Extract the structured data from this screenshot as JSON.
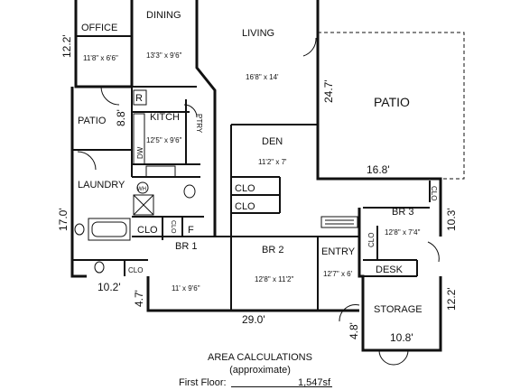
{
  "rooms": {
    "office": {
      "name": "OFFICE",
      "size": "11'8\" x 6'6\""
    },
    "dining": {
      "name": "DINING",
      "size": "13'3\" x 9'6\""
    },
    "living": {
      "name": "LIVING",
      "size": "16'8\" x 14'"
    },
    "patio_main": {
      "name": "PATIO"
    },
    "patio_small": {
      "name": "PATIO"
    },
    "kitchen": {
      "name": "KITCH",
      "size": "12'5\" x 9'6\""
    },
    "den": {
      "name": "DEN",
      "size": "11'2\" x 7'"
    },
    "laundry": {
      "name": "LAUNDRY"
    },
    "br1": {
      "name": "BR 1",
      "size": "11' x 9'6\""
    },
    "br2": {
      "name": "BR 2",
      "size": "12'8\" x 11'2\""
    },
    "br3": {
      "name": "BR 3",
      "size": "12'8\" x 7'4\""
    },
    "entry": {
      "name": "ENTRY",
      "size": "12'7\" x 6'"
    },
    "storage": {
      "name": "STORAGE"
    },
    "desk": {
      "name": "DESK"
    },
    "ptry": {
      "name": "PTRY"
    },
    "dw": {
      "name": "DW"
    },
    "r": {
      "name": "R"
    },
    "wh": {
      "name": "WH"
    },
    "f": {
      "name": "F"
    },
    "clo": "CLO"
  },
  "dimensions": {
    "d_12_2_left": "12.2'",
    "d_8_8": "8.8'",
    "d_17_0": "17.0'",
    "d_10_2": "10.2'",
    "d_4_7": "4.7'",
    "d_29_0": "29.0'",
    "d_24_7": "24.7'",
    "d_16_8": "16.8'",
    "d_10_3": "10.3'",
    "d_12_2_right": "12.2'",
    "d_4_8": "4.8'",
    "d_10_8": "10.8'"
  },
  "footer": {
    "title": "AREA CALCULATIONS",
    "subtitle": "(approximate)",
    "first_floor_label": "First Floor:",
    "first_floor_value": "1,547sf"
  }
}
